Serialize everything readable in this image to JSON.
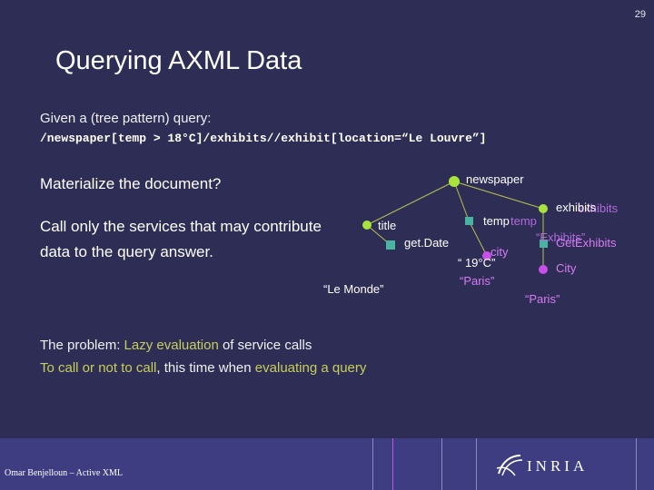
{
  "slide": {
    "number": "29",
    "title": "Querying AXML Data"
  },
  "intro": {
    "line1": "Given a  (tree pattern) query:",
    "query": "/newspaper[temp > 18°C]/exhibits//exhibit[location=“Le Louvre”]"
  },
  "questions": {
    "materialize": "Materialize the document?",
    "call_only_1": "Call only the services that may contribute",
    "call_only_2": "data to the query answer."
  },
  "tree": {
    "newspaper": "newspaper",
    "title": "title",
    "get_date": "get.Date",
    "le_monde": "“Le Monde”",
    "temp": "temp",
    "temp_ghost": "temp",
    "city": "city",
    "temp_value": "“ 19°C”",
    "paris1": "“Paris”",
    "exhibits": "exhibits",
    "exhibits_ghost": "exhibits",
    "exhibits_value": "“Exhibits”",
    "get_exhibits": "GetExhibits",
    "city2": "City",
    "paris2": "“Paris”"
  },
  "problem": {
    "prefix": "The problem: ",
    "lazy": "Lazy evaluation",
    "suffix": " of service calls",
    "line2_a": "To call or not to call",
    "line2_b": ", this time when ",
    "line2_c": "evaluating a query"
  },
  "footer": {
    "author": "Omar Benjelloun – Active XML",
    "logo": "INRIA"
  },
  "colors": {
    "background": "#2e2d56",
    "node_green": "#a8e23a",
    "service_teal": "#49b3a1",
    "purple_node": "#c94fea",
    "highlight": "#c6cf59",
    "edge": "#b8c24a"
  }
}
